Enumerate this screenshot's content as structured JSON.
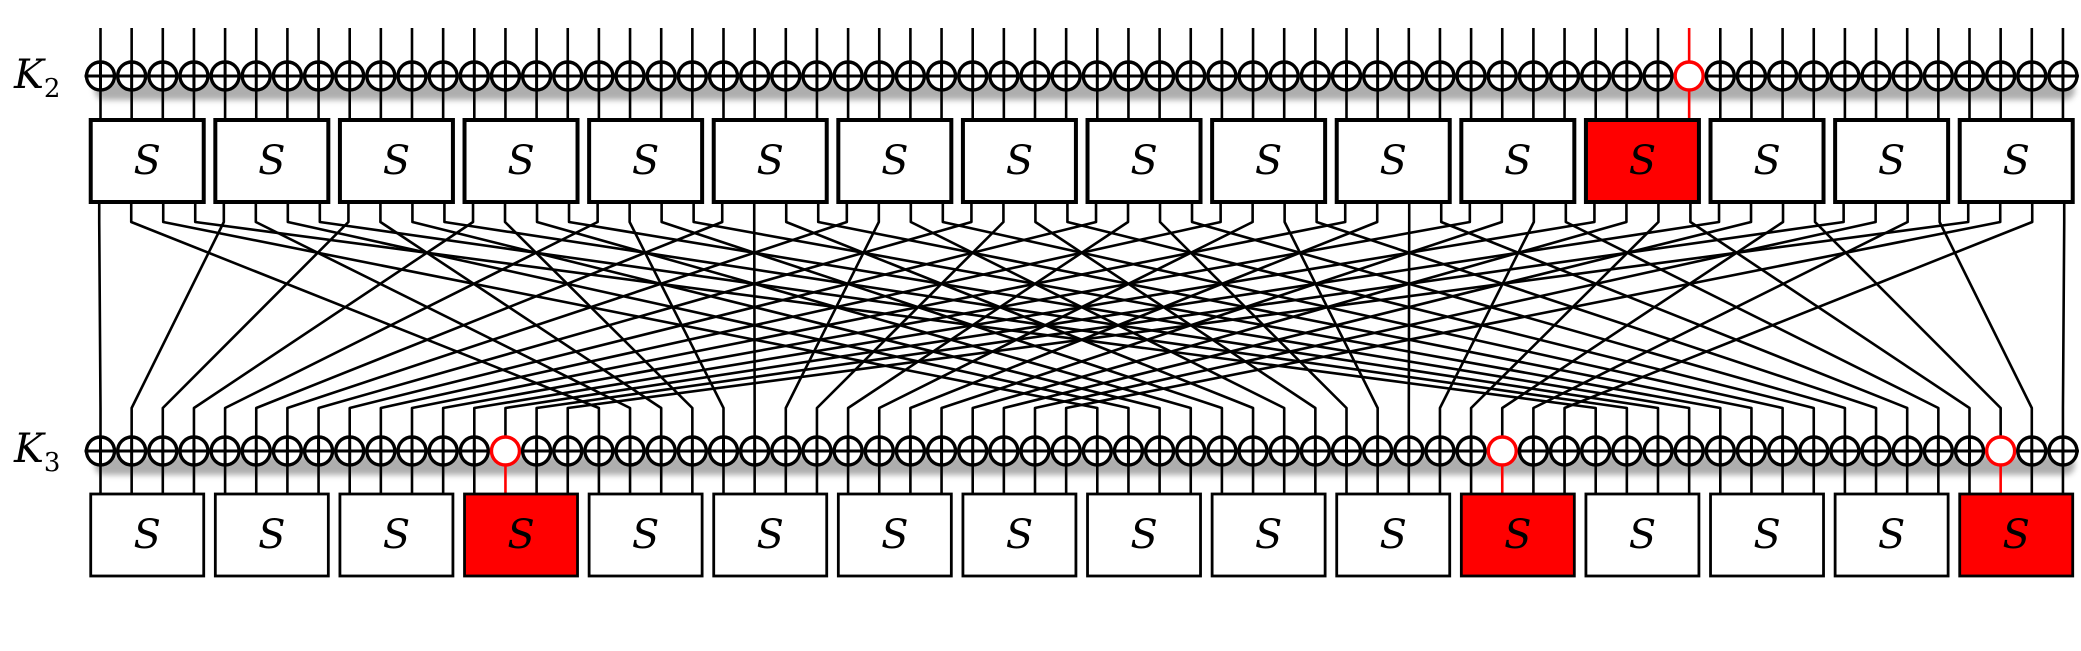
{
  "labels": {
    "key_top": "K",
    "key_top_sub": "2",
    "key_bottom": "K",
    "key_bottom_sub": "3",
    "sbox": "S"
  },
  "structure": {
    "num_bits": 64,
    "num_sboxes": 16,
    "bits_per_sbox": 4,
    "permutation": "present-bit-permutation"
  },
  "highlight": {
    "top_xor_bits": [
      51
    ],
    "top_sboxes": [
      12
    ],
    "bottom_xor_bits": [
      13,
      45,
      61
    ],
    "bottom_sboxes": [
      3,
      11,
      15
    ]
  },
  "colors": {
    "line": "#000000",
    "highlight": "#ff0000",
    "box_fill": "#ffffff",
    "shadow": "#9a9a9a"
  }
}
